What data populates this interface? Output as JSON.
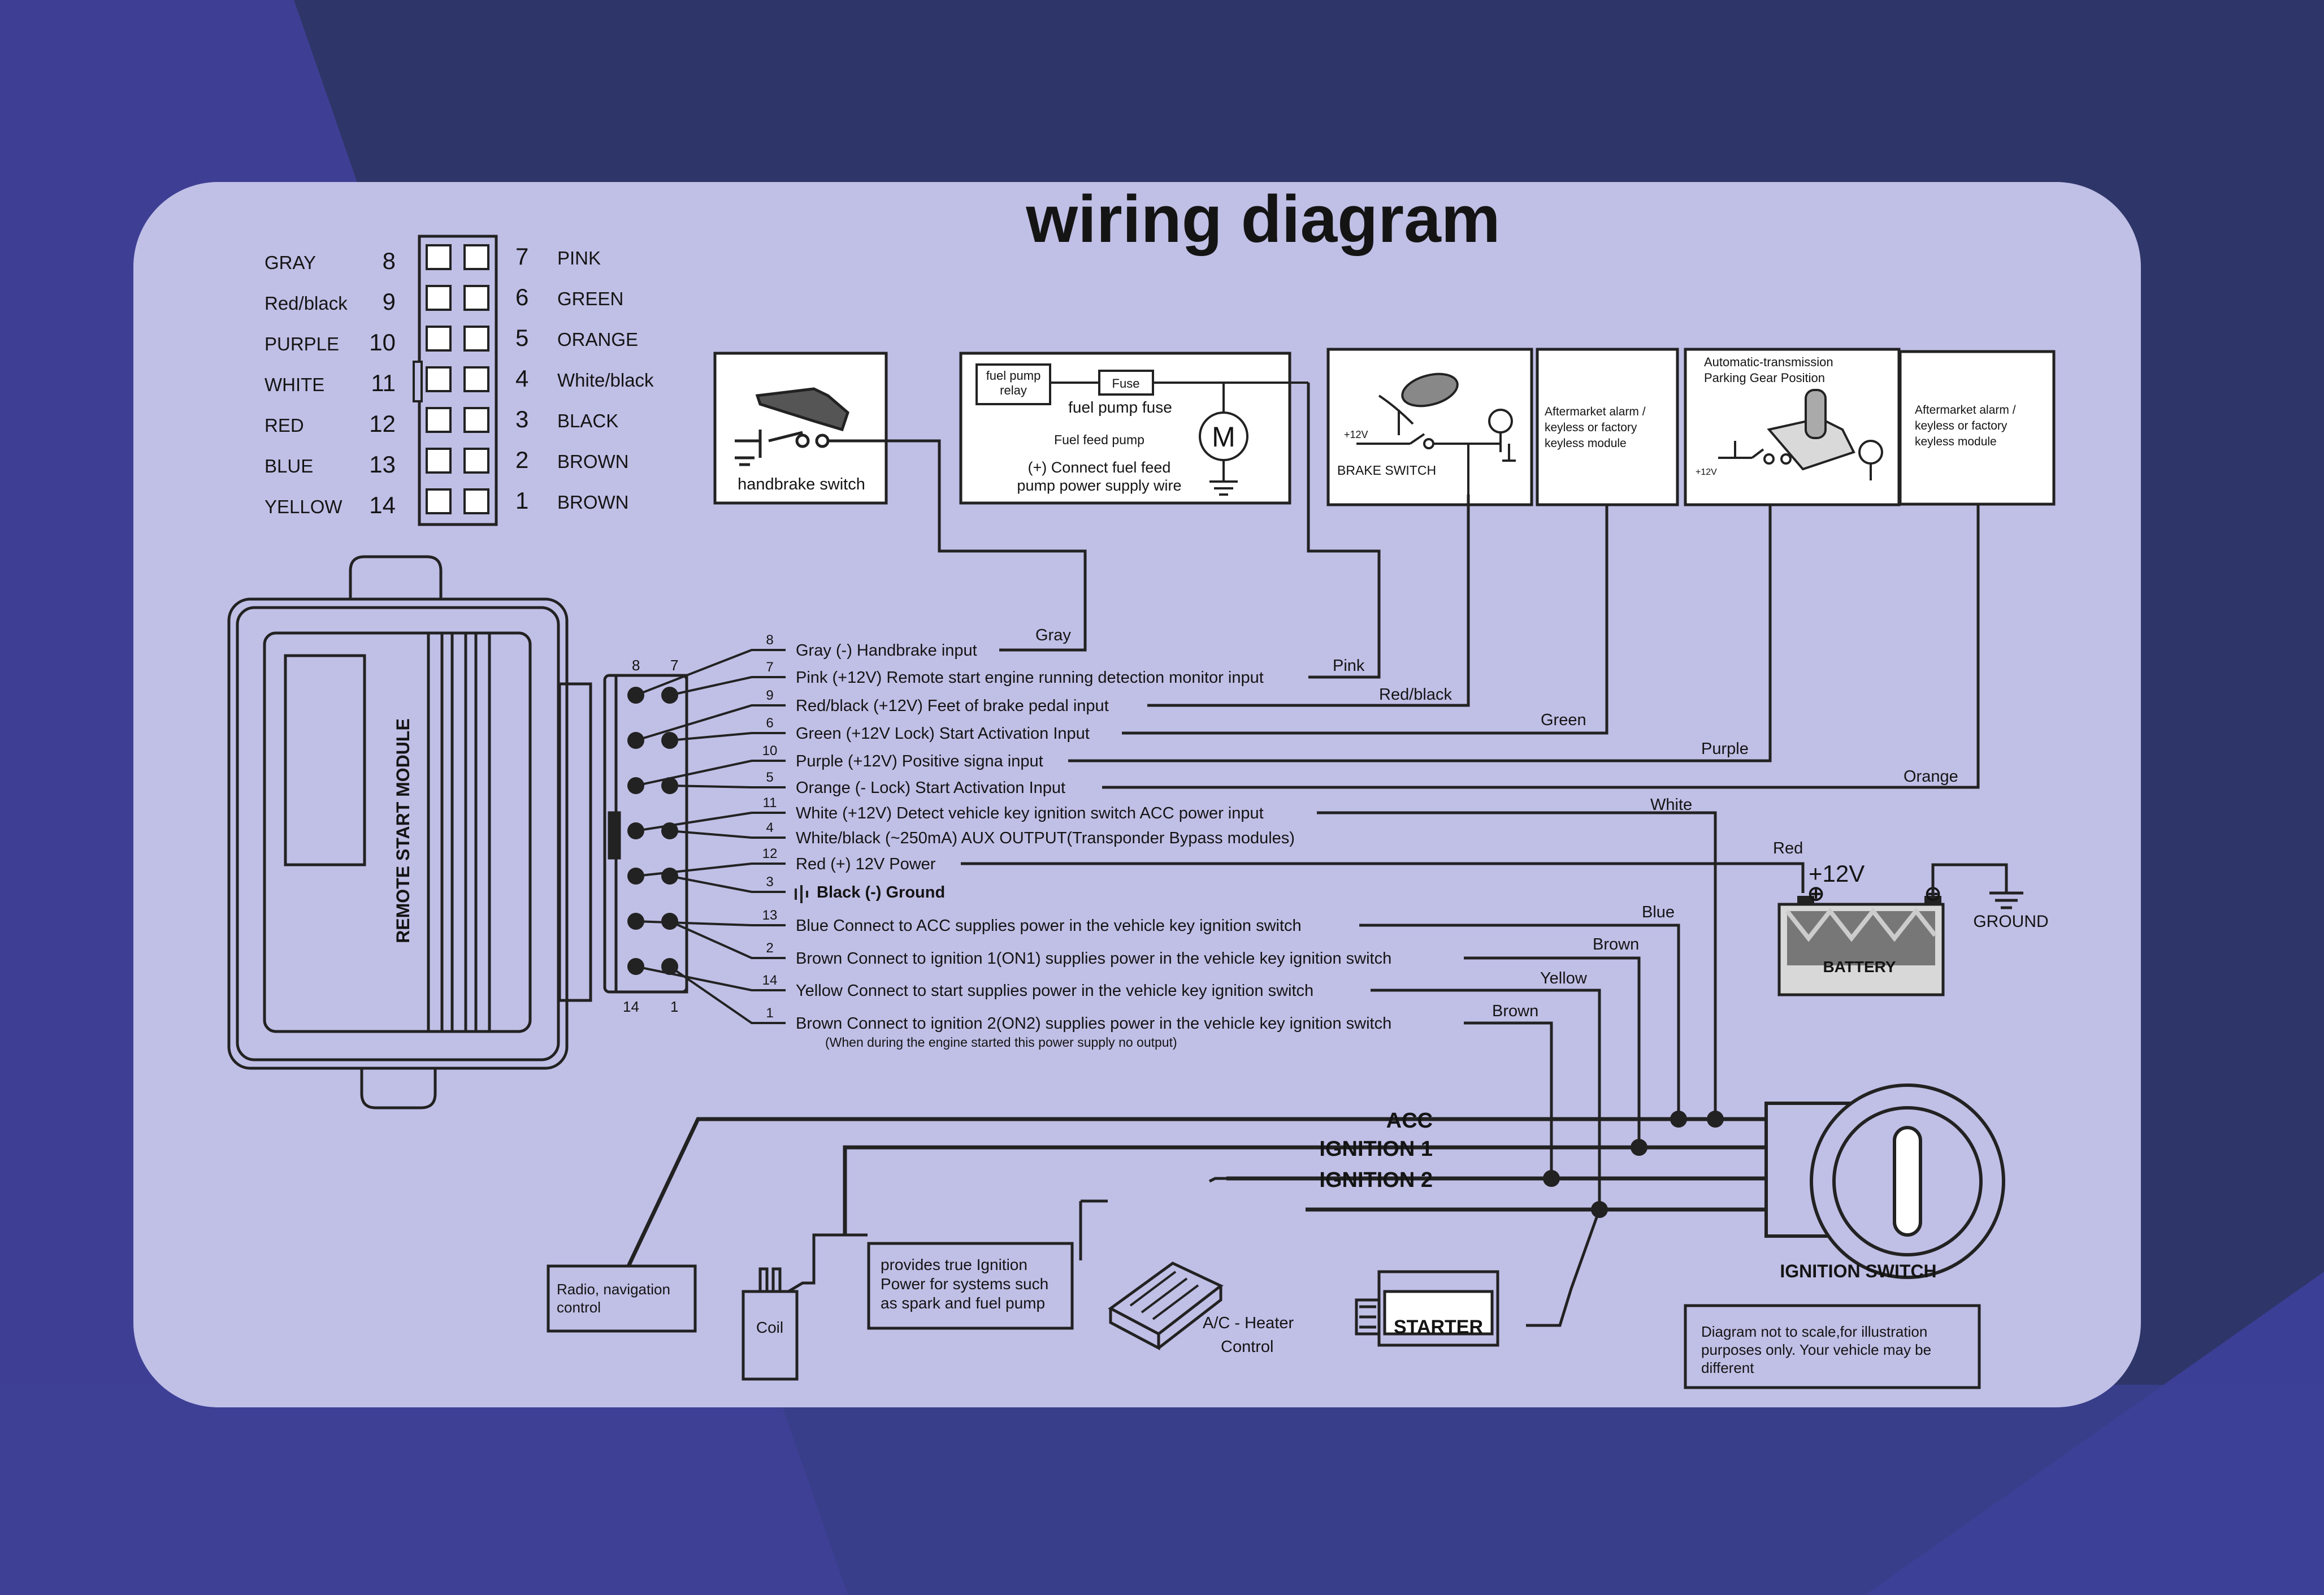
{
  "title": "wiring diagram",
  "pin_legend": {
    "left": [
      {
        "name": "GRAY",
        "num": "8"
      },
      {
        "name": "Red/black",
        "num": "9"
      },
      {
        "name": "PURPLE",
        "num": "10"
      },
      {
        "name": "WHITE",
        "num": "11"
      },
      {
        "name": "RED",
        "num": "12"
      },
      {
        "name": "BLUE",
        "num": "13"
      },
      {
        "name": "YELLOW",
        "num": "14"
      }
    ],
    "right": [
      {
        "num": "7",
        "name": "PINK"
      },
      {
        "num": "6",
        "name": "GREEN"
      },
      {
        "num": "5",
        "name": "ORANGE"
      },
      {
        "num": "4",
        "name": "White/black"
      },
      {
        "num": "3",
        "name": "BLACK"
      },
      {
        "num": "2",
        "name": "BROWN"
      },
      {
        "num": "1",
        "name": "BROWN"
      }
    ]
  },
  "module": {
    "label": "REMOTE START MODULE",
    "conn_top_left": "8",
    "conn_top_right": "7",
    "conn_bottom_left": "14",
    "conn_bottom_right": "1"
  },
  "wires": [
    {
      "num": "8",
      "text": "Gray  (-) Handbrake input",
      "color_label": "Gray"
    },
    {
      "num": "7",
      "text": "Pink (+12V) Remote start engine running detection monitor input",
      "color_label": "Pink"
    },
    {
      "num": "9",
      "text": "Red/black  (+12V) Feet of brake pedal input",
      "color_label": "Red/black"
    },
    {
      "num": "6",
      "text": "Green (+12V Lock) Start Activation Input",
      "color_label": "Green"
    },
    {
      "num": "10",
      "text": "Purple  (+12V) Positive signa input",
      "color_label": "Purple"
    },
    {
      "num": "5",
      "text": "Orange  (- Lock)  Start Activation Input",
      "color_label": "Orange"
    },
    {
      "num": "11",
      "text": "White  (+12V)  Detect vehicle key ignition switch ACC power input",
      "color_label": "White"
    },
    {
      "num": "4",
      "text": "White/black (~250mA) AUX OUTPUT(Transponder Bypass modules)"
    },
    {
      "num": "12",
      "text": "Red  (+) 12V Power",
      "color_label": "Red"
    },
    {
      "num": "3",
      "text": "Black  (-) Ground"
    },
    {
      "num": "13",
      "text": "Blue  Connect to ACC supplies power in the vehicle key ignition switch",
      "color_label": "Blue"
    },
    {
      "num": "2",
      "text": "Brown  Connect to ignition 1(ON1) supplies power in the vehicle key ignition switch",
      "color_label": "Brown"
    },
    {
      "num": "14",
      "text": "Yellow  Connect to start supplies power in the vehicle key ignition switch",
      "color_label": "Yellow"
    },
    {
      "num": "1",
      "text": "Brown  Connect to ignition 2(ON2) supplies power in the vehicle key ignition switch",
      "color_label": "Brown"
    }
  ],
  "wire_note": "(When during the engine started this power supply no output)",
  "boxes": {
    "handbrake": "handbrake switch",
    "fuel_relay": "fuel pump relay",
    "fuse": "Fuse",
    "fuel_fuse": "fuel pump fuse",
    "fuel_feed": "Fuel feed pump",
    "fuel_connect_1": "(+) Connect fuel feed",
    "fuel_connect_2": "pump power supply wire",
    "motor": "M",
    "brake": "BRAKE SWITCH",
    "brake_12v": "+12V",
    "alarm1": [
      "Aftermarket alarm /",
      "keyless or factory",
      "keyless module"
    ],
    "gear": [
      "Automatic-transmission",
      "Parking Gear Position"
    ],
    "gear_12v": "+12V",
    "alarm2": [
      "Aftermarket alarm /",
      "keyless or factory",
      "keyless module"
    ]
  },
  "battery": {
    "label": "BATTERY",
    "plus": "+12V",
    "ground": "GROUND"
  },
  "ignition": {
    "acc": "ACC",
    "ign1": "IGNITION 1",
    "ign2": "IGNITION 2",
    "switch_label": "IGNITION SWITCH"
  },
  "bottom": {
    "radio": [
      "Radio, navigation",
      "control"
    ],
    "coil": "Coil",
    "coil_note": [
      "provides true Ignition",
      "Power for systems such",
      "as spark and fuel pump"
    ],
    "ac": [
      "A/C - Heater",
      "Control"
    ],
    "starter": "STARTER",
    "disclaimer": [
      "Diagram not to scale,for illustration",
      "purposes only. Your vehicle may be",
      "different"
    ]
  }
}
